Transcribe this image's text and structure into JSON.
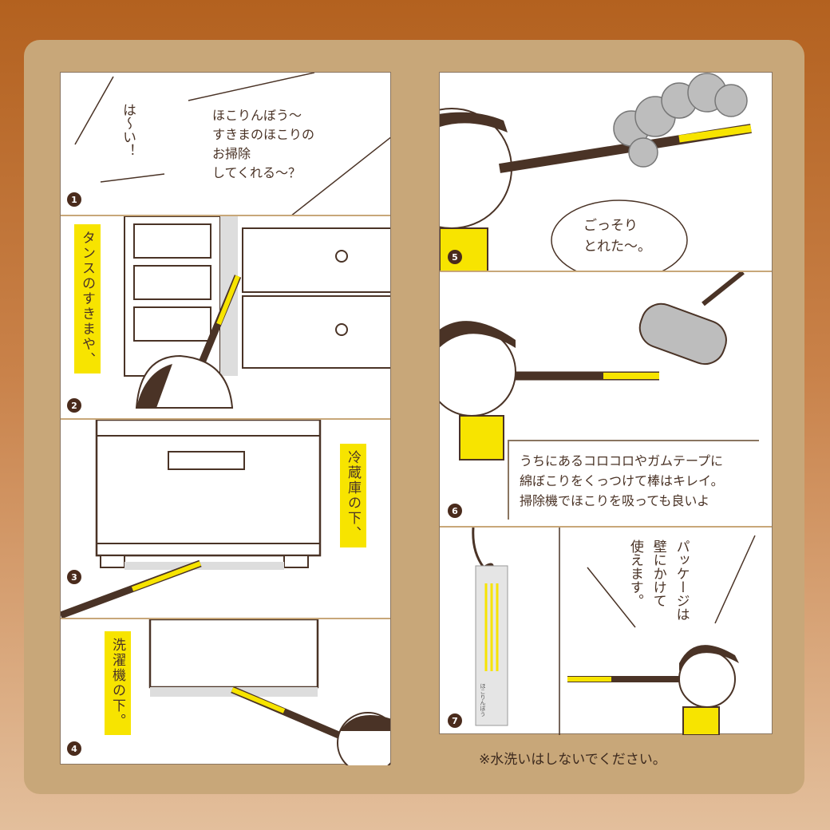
{
  "panels": [
    {
      "number": "1",
      "lines_left": "は〜い！",
      "lines_right": [
        "ほこりんぼう〜",
        "すきまのほこりの",
        "お掃除",
        "してくれる〜？"
      ]
    },
    {
      "number": "2",
      "caption": "タンスのすきまや、"
    },
    {
      "number": "3",
      "caption": "冷蔵庫の下、"
    },
    {
      "number": "4",
      "caption": "洗濯機の下。"
    },
    {
      "number": "5",
      "speech": [
        "ごっそり",
        "とれた〜。"
      ]
    },
    {
      "number": "6",
      "caption": [
        "うちにあるコロコロやガムテープに",
        "綿ぼこりをくっつけて棒はキレイ。",
        "掃除機でほこりを吸っても良いよ"
      ]
    },
    {
      "number": "7",
      "caption": [
        "パッケージは",
        "壁にかけて",
        "使えます。"
      ],
      "package_label": "ほこりんぼう"
    }
  ],
  "footer_note": "※水洗いはしないでください。",
  "colors": {
    "kraft": "#c8a779",
    "highlight": "#f7e400",
    "ink": "#4a3326"
  }
}
